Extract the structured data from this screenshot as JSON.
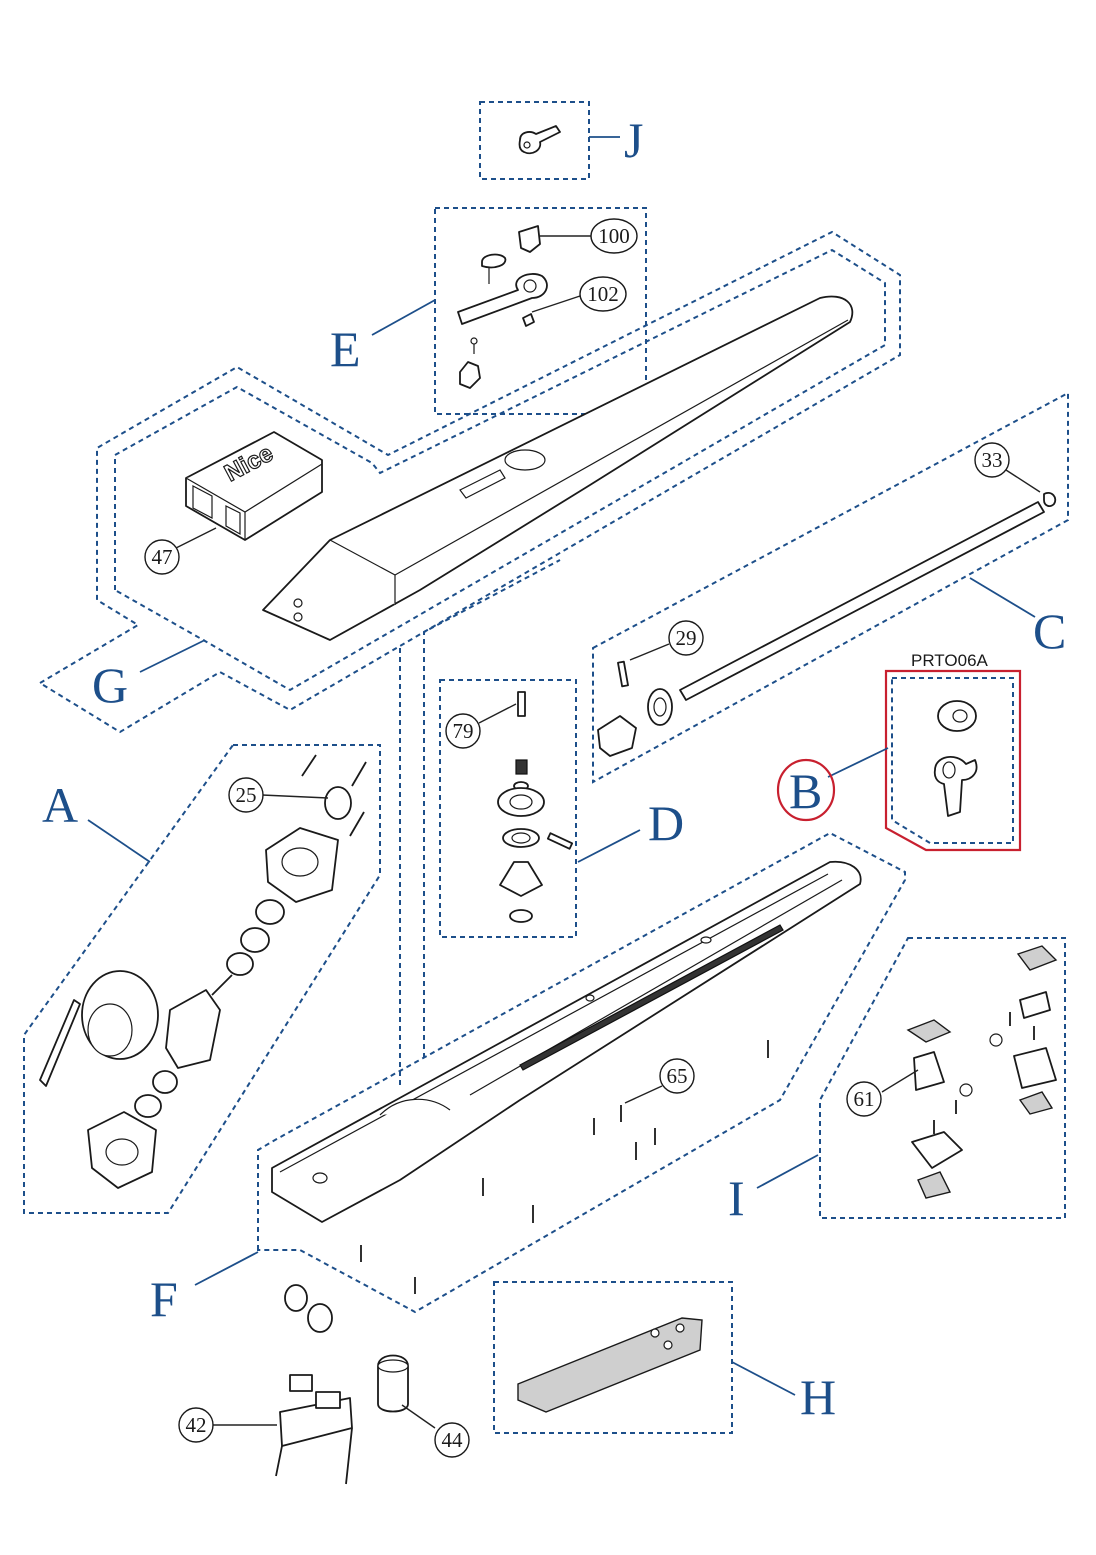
{
  "groups": {
    "A": "A",
    "B": "B",
    "C": "C",
    "D": "D",
    "E": "E",
    "F": "F",
    "G": "G",
    "H": "H",
    "I": "I",
    "J": "J"
  },
  "callouts": {
    "c100": "100",
    "c102": "102",
    "c47": "47",
    "c33": "33",
    "c29": "29",
    "c79": "79",
    "c25": "25",
    "c65": "65",
    "c61": "61",
    "c42": "42",
    "c44": "44"
  },
  "kit": {
    "label": "PRTO06A",
    "highlight_color": "#c8202f"
  },
  "brand": {
    "logo_text": "Nice"
  },
  "colors": {
    "group_line": "#1d4f8a",
    "part_stroke": "#1a1a1a"
  }
}
